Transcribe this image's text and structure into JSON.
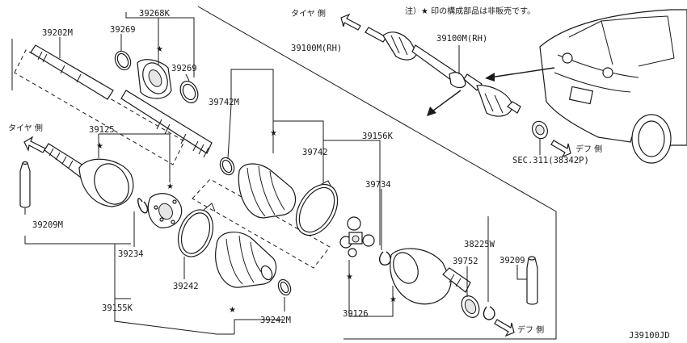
{
  "note": "注）★ 印の構成部品は非販売です。",
  "diagram_id": "J39100JD",
  "star_symbol": "★",
  "directions": {
    "tire_side": "タイヤ 側",
    "diff_side": "デフ 側"
  },
  "labels": {
    "p39202M": "39202M",
    "p39269a": "39269",
    "p39268K": "39268K",
    "p39269b": "39269",
    "p39100M_RH": "39100M(RH)",
    "p39100M_RH2": "39100M(RH)",
    "p39742M": "39742M",
    "p39742": "39742",
    "p39156K": "39156K",
    "p39125": "39125",
    "p39734": "39734",
    "p39209M": "39209M",
    "p39234": "39234",
    "p39242": "39242",
    "p39242M": "39242M",
    "p39155K": "39155K",
    "p39126": "39126",
    "p39752": "39752",
    "p38225W": "38225W",
    "p39209": "39209",
    "sec311": "SEC.311(38342P)"
  }
}
